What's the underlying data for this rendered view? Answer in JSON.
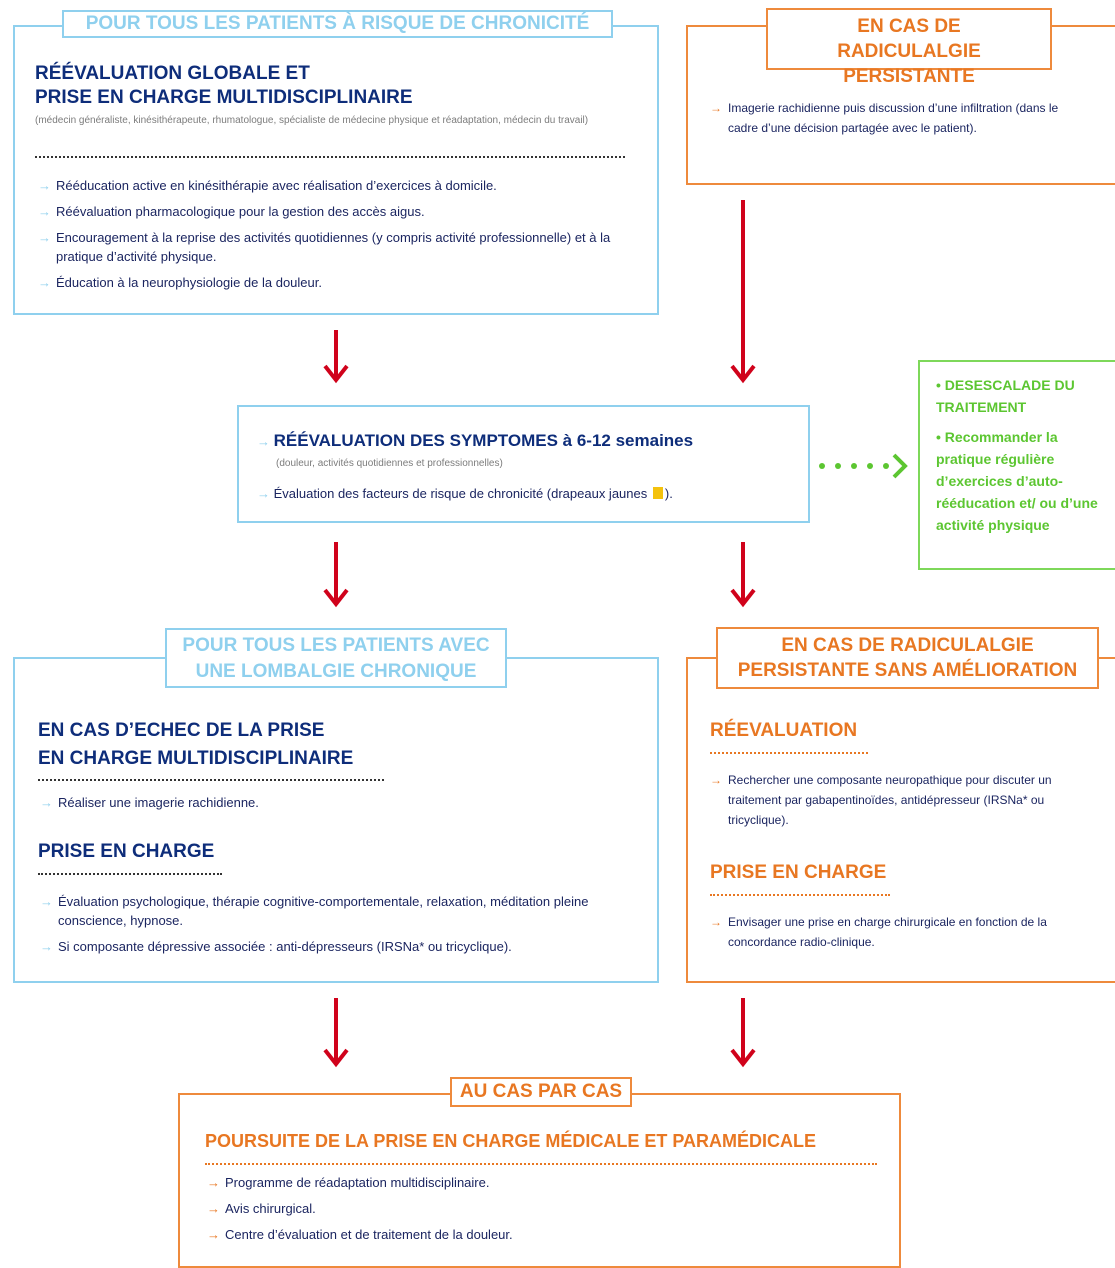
{
  "box1": {
    "tag": "POUR TOUS LES PATIENTS À RISQUE DE CHRONICITÉ",
    "heading_line1": "RÉÉVALUATION GLOBALE ET",
    "heading_line2": "PRISE EN CHARGE MULTIDISCIPLINAIRE",
    "subtitle": "(médecin généraliste, kinésithérapeute, rhumatologue, spécialiste de médecine physique et réadaptation, médecin du travail)",
    "items": [
      "Rééducation active en kinésithérapie avec réalisation d’exercices à domicile.",
      "Réévaluation pharmacologique pour la gestion des accès aigus.",
      "Encouragement à la reprise des activités quotidiennes (y compris activité professionnelle) et à la pratique d’activité physique.",
      "Éducation à la neurophysiologie de la douleur."
    ]
  },
  "box2": {
    "tag": "EN CAS DE RADICULALGIE PERSISTANTE",
    "items": [
      "Imagerie rachidienne puis discussion d’une infiltration (dans le cadre d’une décision partagée avec le patient)."
    ]
  },
  "box3": {
    "heading": "RÉÉVALUATION DES SYMPTOMES à 6-12 semaines",
    "subtitle": "(douleur, activités quotidiennes et professionnelles)",
    "item": "Évaluation des facteurs de risque de chronicité (drapeaux jaunes",
    "item_end": ")."
  },
  "box_green": {
    "line1": "• DESESCALADE DU TRAITEMENT",
    "line2": "• Recommander la pratique régulière d’exercices d’auto-rééducation et/ ou d’une activité physique"
  },
  "box4": {
    "tag": "POUR TOUS LES PATIENTS AVEC UNE LOMBALGIE CHRONIQUE",
    "heading1_line1": "EN CAS D’ECHEC DE LA PRISE",
    "heading1_line2": "EN CHARGE MULTIDISCIPLINAIRE",
    "items1": [
      "Réaliser une imagerie rachidienne."
    ],
    "heading2": "PRISE EN CHARGE",
    "items2": [
      "Évaluation psychologique, thérapie cognitive-comportementale, relaxation, méditation pleine conscience, hypnose.",
      "Si composante dépressive associée : anti-dépresseurs (IRSNa* ou tricyclique)."
    ]
  },
  "box5": {
    "tag": "EN CAS DE RADICULALGIE PERSISTANTE SANS AMÉLIORATION",
    "heading1": "RÉEVALUATION",
    "items1": [
      "Rechercher une composante neuropathique pour discuter un traitement par gabapentinoïdes, antidépresseur (IRSNa* ou tricyclique)."
    ],
    "heading2": "PRISE EN CHARGE",
    "items2": [
      "Envisager une prise en charge chirurgicale en fonction de la concordance radio-clinique."
    ]
  },
  "box6": {
    "tag": "AU CAS PAR CAS",
    "heading": "POURSUITE DE LA PRISE EN CHARGE MÉDICALE ET PARAMÉDICALE",
    "items": [
      "Programme de réadaptation multidisciplinaire.",
      "Avis chirurgical.",
      "Centre d’évaluation et de traitement de la douleur."
    ]
  },
  "colors": {
    "navy": "#0e2d7a",
    "light_blue": "#8fd0ee",
    "orange": "#e87722",
    "red_arrow": "#d0021b",
    "green": "#5cc631"
  }
}
